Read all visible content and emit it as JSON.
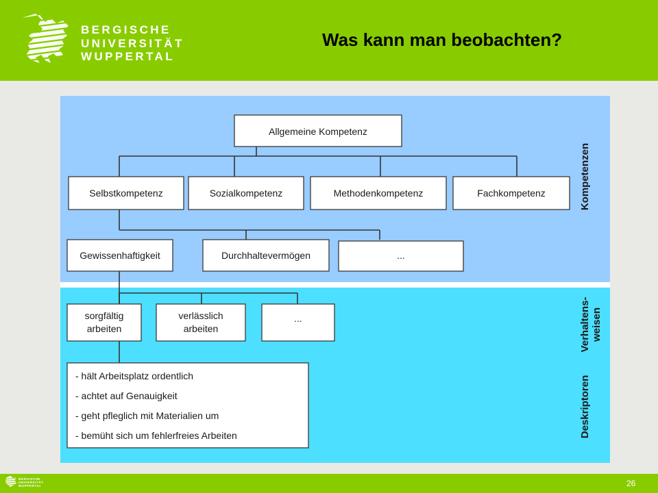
{
  "header": {
    "university_lines": [
      "BERGISCHE",
      "UNIVERSITÄT",
      "WUPPERTAL"
    ],
    "title": "Was kann man beobachten?",
    "logo_icon": "lion-icon",
    "background_color": "#88cc00"
  },
  "diagram": {
    "root": "Allgemeine Kompetenz",
    "competences": [
      "Selbstkompetenz",
      "Sozialkompetenz",
      "Methodenkompetenz",
      "Fachkompetenz"
    ],
    "sub_competences": [
      "Gewissenhaftigkeit",
      "Durchhaltevermögen",
      "..."
    ],
    "behaviours": [
      {
        "lines": [
          "sorgfältig",
          "arbeiten"
        ]
      },
      {
        "lines": [
          "verlässlich",
          "arbeiten"
        ]
      },
      {
        "lines": [
          "..."
        ]
      }
    ],
    "descriptors": [
      "- hält Arbeitsplatz ordentlich",
      "- achtet auf Genauigkeit",
      "- geht pfleglich mit Materialien um",
      "- bemüht sich um fehlerfreies Arbeiten"
    ],
    "side_labels": {
      "kompetenzen": "Kompetenzen",
      "verhaltensweisen_1": "Verhaltens-",
      "verhaltensweisen_2": "weisen",
      "deskriptoren": "Deskriptoren"
    },
    "colors": {
      "upper_band": "#99ccff",
      "lower_band": "#4ddfff",
      "box_fill": "#ffffff",
      "line": "#333333"
    }
  },
  "footer": {
    "university_lines": [
      "BERGISCHE",
      "UNIVERSITÄT",
      "WUPPERTAL"
    ],
    "page_number": "26"
  }
}
